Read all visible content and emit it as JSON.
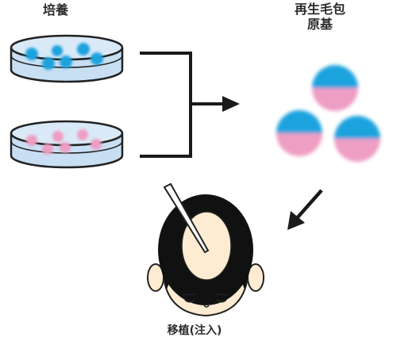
{
  "labels": {
    "culture": "培養",
    "regenerated_germ_line1": "再生毛包",
    "regenerated_germ_line2": "原基",
    "transplant": "移植(注入)"
  },
  "colors": {
    "epithelial_blue": "#1fa3de",
    "mesenchymal_pink": "#ee9ec3",
    "dish_fill": "#cfe3f5",
    "hair_black": "#111111",
    "skin": "#fdebd2",
    "arrow": "#1a1a1a"
  },
  "icons": [
    "petri-dish-blue-cells",
    "petri-dish-pink-cells",
    "merge-arrow",
    "germ-sphere",
    "down-left-arrow",
    "injection-needle",
    "head-top-view"
  ]
}
